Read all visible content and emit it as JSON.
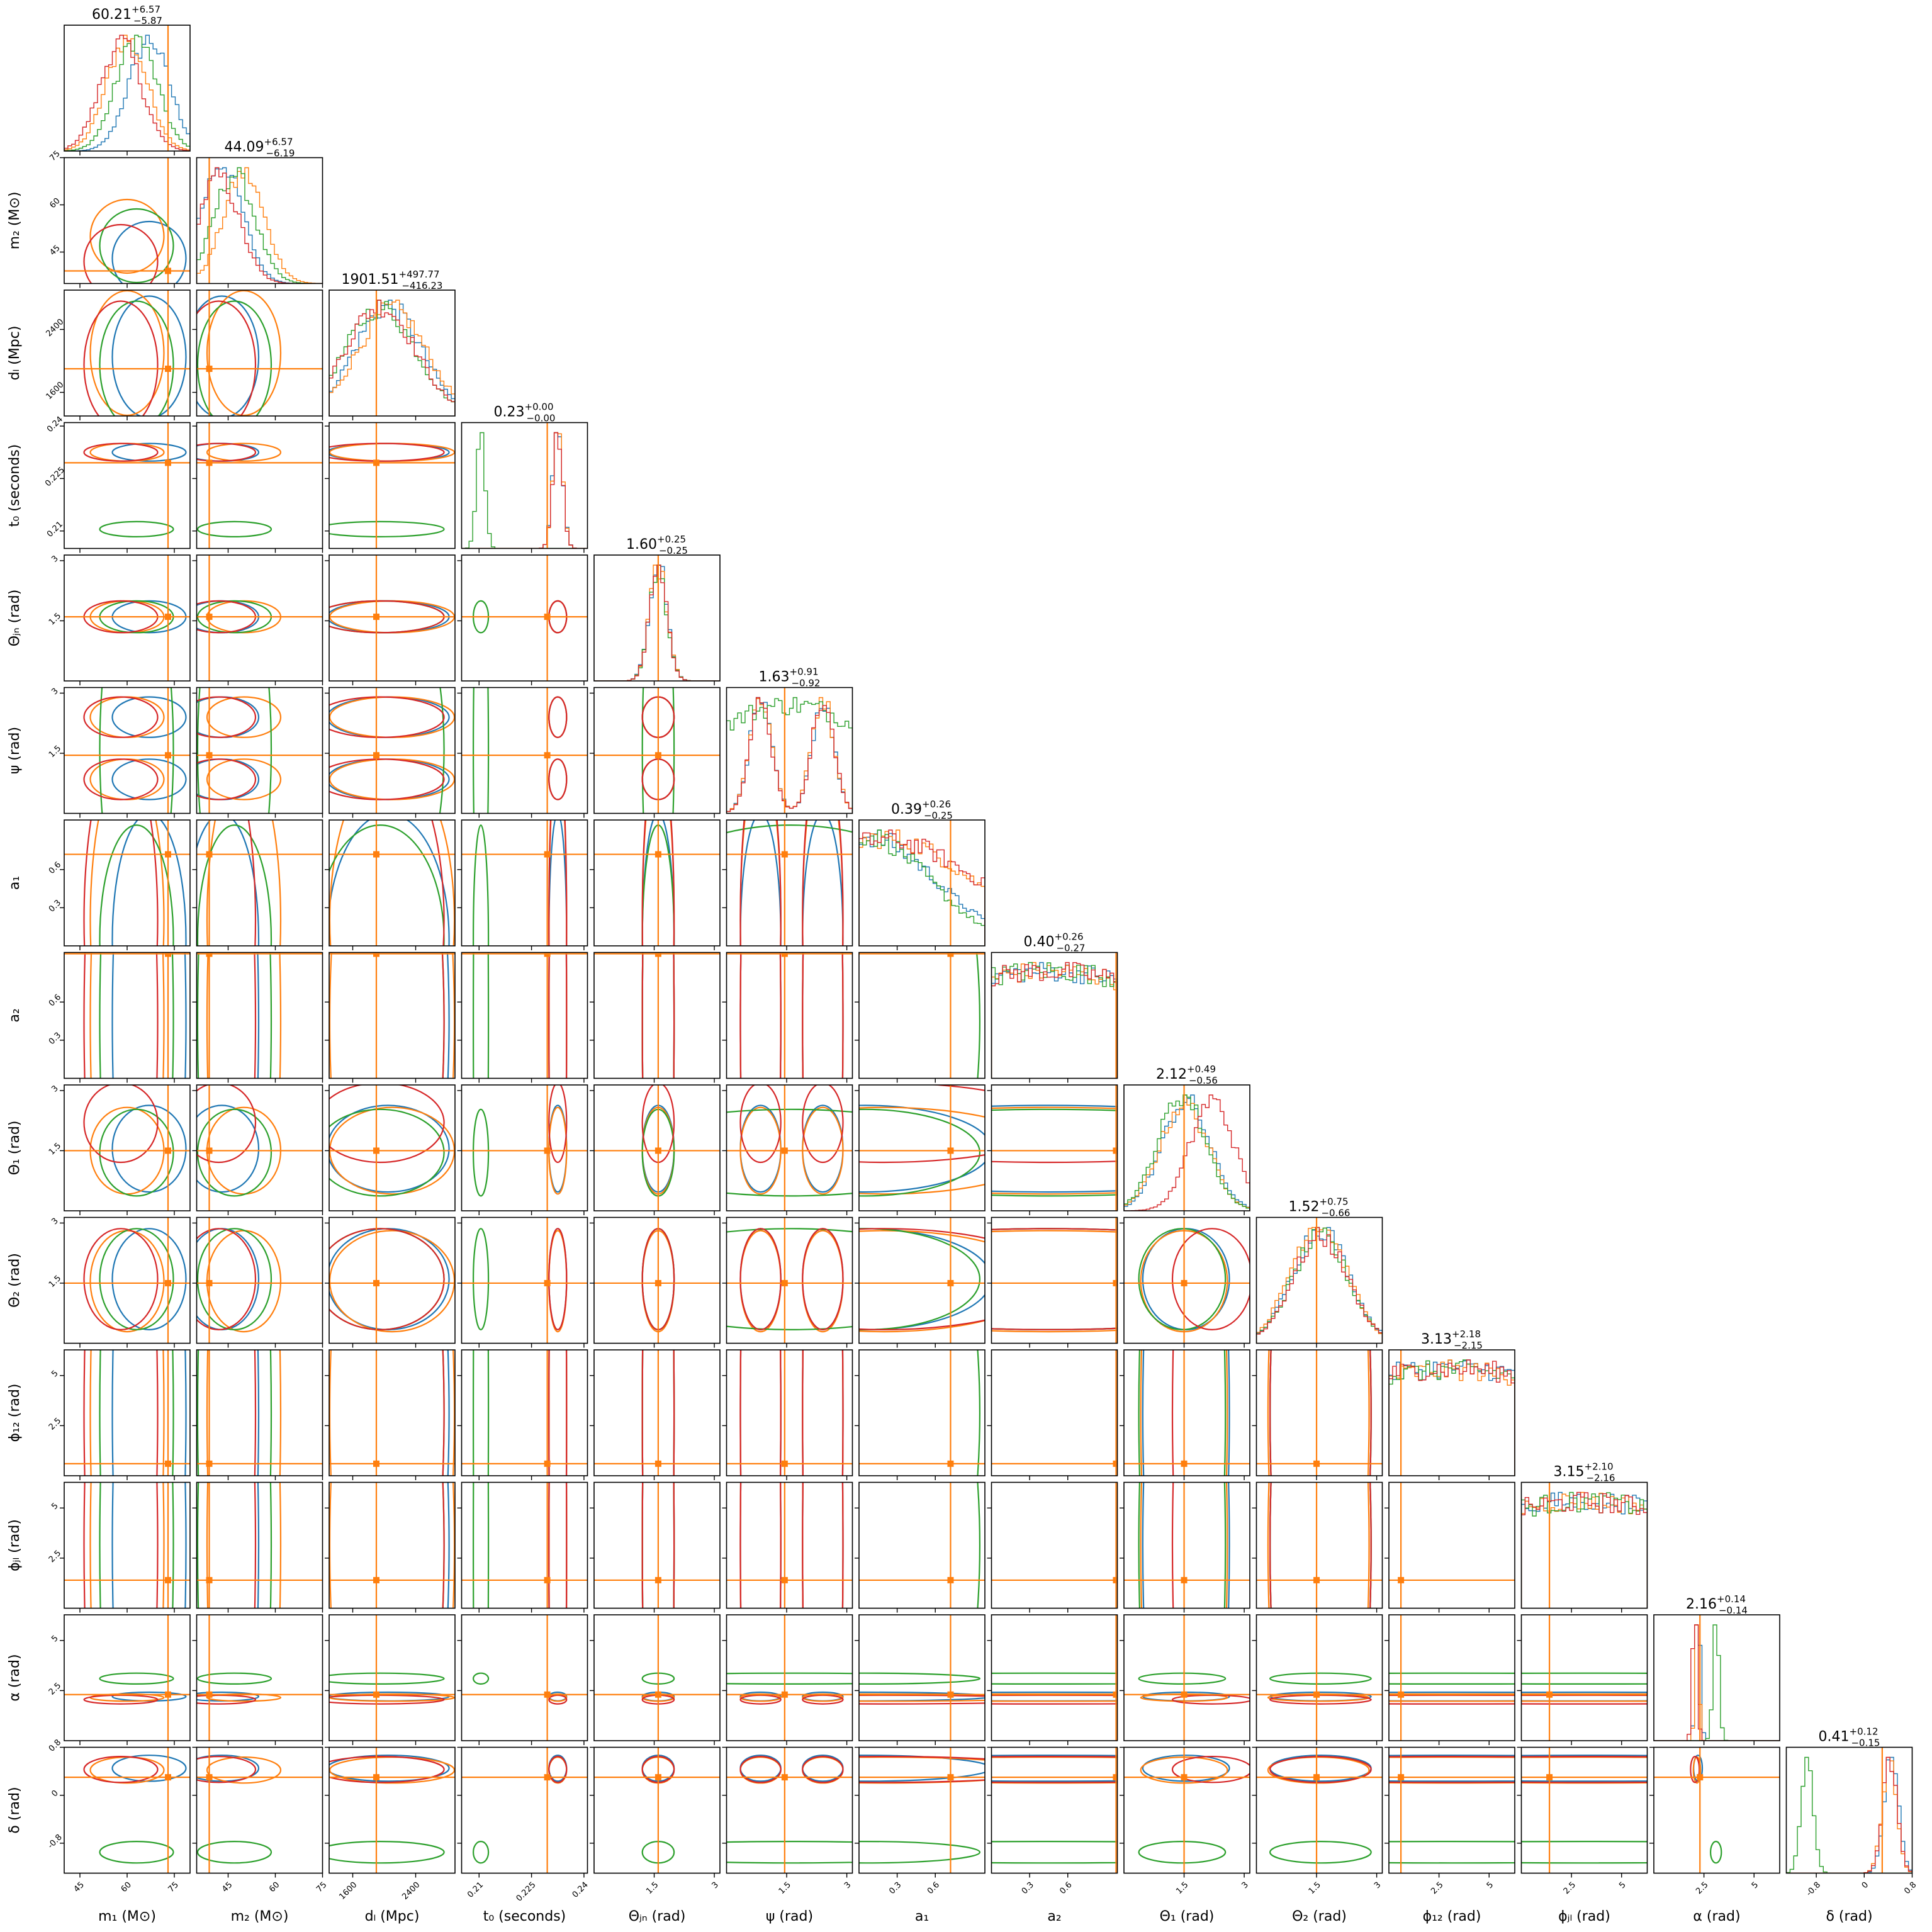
{
  "chart_data": {
    "type": "corner",
    "title": "",
    "series": [
      {
        "name": "",
        "color": "#1f77b4"
      },
      {
        "name": "",
        "color": "#ff7f0e"
      },
      {
        "name": "",
        "color": "#2ca02c"
      },
      {
        "name": "",
        "color": "#d62728"
      }
    ],
    "truth_color": "#ff7f0e",
    "parameters": [
      {
        "key": "m1",
        "label": "m₁ (M⊙)",
        "range": [
          40,
          80
        ],
        "ticks": [
          45,
          60,
          75
        ],
        "truth": 73,
        "title": {
          "median": "60.21",
          "plus": "+6.57",
          "minus": "−5.87"
        },
        "modes": [
          {
            "s": 0,
            "mu": 67,
            "sd": 6.5
          },
          {
            "s": 1,
            "mu": 60,
            "sd": 6.5
          },
          {
            "s": 2,
            "mu": 63,
            "sd": 6.5
          },
          {
            "s": 3,
            "mu": 58,
            "sd": 6.5
          }
        ]
      },
      {
        "key": "m2",
        "label": "m₂ (M⊙)",
        "range": [
          35,
          75
        ],
        "ticks": [
          45,
          60,
          75
        ],
        "truth": 39,
        "title": {
          "median": "44.09",
          "plus": "+6.57",
          "minus": "−6.19"
        },
        "modes": [
          {
            "s": 0,
            "mu": 43,
            "sd": 6.5
          },
          {
            "s": 1,
            "mu": 50,
            "sd": 6.5
          },
          {
            "s": 2,
            "mu": 47,
            "sd": 6.5
          },
          {
            "s": 3,
            "mu": 42,
            "sd": 6.5
          }
        ]
      },
      {
        "key": "dL",
        "label": "dₗ (Mpc)",
        "range": [
          1300,
          2900
        ],
        "ticks": [
          1600,
          2400
        ],
        "truth": 1900,
        "title": {
          "median": "1901.51",
          "plus": "+497.77",
          "minus": "−416.23"
        },
        "modes": [
          {
            "s": 0,
            "mu": 2050,
            "sd": 430
          },
          {
            "s": 1,
            "mu": 2100,
            "sd": 440
          },
          {
            "s": 2,
            "mu": 1950,
            "sd": 450
          },
          {
            "s": 3,
            "mu": 1950,
            "sd": 450
          }
        ]
      },
      {
        "key": "t0",
        "label": "t₀ (seconds)",
        "range": [
          0.205,
          0.241
        ],
        "ticks": [
          0.21,
          0.225,
          0.24
        ],
        "truth": 0.2295,
        "title": {
          "median": "0.23",
          "plus": "+0.00",
          "minus": "−0.00"
        },
        "modes": [
          {
            "s": 0,
            "mu": 0.2325,
            "sd": 0.0014
          },
          {
            "s": 1,
            "mu": 0.2325,
            "sd": 0.0014
          },
          {
            "s": 2,
            "mu": 0.2105,
            "sd": 0.0012
          },
          {
            "s": 3,
            "mu": 0.2325,
            "sd": 0.0014
          }
        ]
      },
      {
        "key": "thetajn",
        "label": "Θⱼₙ (rad)",
        "range": [
          0,
          3.14
        ],
        "ticks": [
          1.5,
          3.0
        ],
        "truth": 1.6,
        "title": {
          "median": "1.60",
          "plus": "+0.25",
          "minus": "−0.25"
        },
        "modes": [
          {
            "s": 0,
            "mu": 1.6,
            "sd": 0.22
          },
          {
            "s": 1,
            "mu": 1.6,
            "sd": 0.22
          },
          {
            "s": 2,
            "mu": 1.6,
            "sd": 0.22
          },
          {
            "s": 3,
            "mu": 1.6,
            "sd": 0.22
          }
        ]
      },
      {
        "key": "psi",
        "label": "ψ (rad)",
        "range": [
          0,
          3.14
        ],
        "ticks": [
          1.5,
          3.0
        ],
        "truth": 1.45,
        "title": {
          "median": "1.63",
          "plus": "+0.91",
          "minus": "−0.92"
        },
        "modes": [
          {
            "s": 0,
            "mu": 0.85,
            "sd": 0.28
          },
          {
            "s": 0,
            "mu": 2.4,
            "sd": 0.28
          },
          {
            "s": 1,
            "mu": 0.85,
            "sd": 0.28
          },
          {
            "s": 1,
            "mu": 2.4,
            "sd": 0.28
          },
          {
            "s": 3,
            "mu": 0.85,
            "sd": 0.28
          },
          {
            "s": 3,
            "mu": 2.4,
            "sd": 0.28
          },
          {
            "s": 2,
            "mu": 1.6,
            "sd": 2.5
          }
        ]
      },
      {
        "key": "a1",
        "label": "a₁",
        "range": [
          0,
          0.99
        ],
        "ticks": [
          0.3,
          0.6
        ],
        "truth": 0.72,
        "title": {
          "median": "0.39",
          "plus": "+0.26",
          "minus": "−0.25"
        },
        "modes": [
          {
            "s": 0,
            "mu": 0.05,
            "sd": 0.55
          },
          {
            "s": 1,
            "mu": 0.2,
            "sd": 0.7
          },
          {
            "s": 2,
            "mu": 0.05,
            "sd": 0.5
          },
          {
            "s": 3,
            "mu": 0.2,
            "sd": 0.75
          }
        ]
      },
      {
        "key": "a2",
        "label": "a₂",
        "range": [
          0,
          0.99
        ],
        "ticks": [
          0.3,
          0.6
        ],
        "truth": 0.98,
        "title": {
          "median": "0.40",
          "plus": "+0.26",
          "minus": "−0.27"
        },
        "modes": [
          {
            "s": 0,
            "mu": 0.45,
            "sd": 1.3
          },
          {
            "s": 1,
            "mu": 0.45,
            "sd": 1.3
          },
          {
            "s": 2,
            "mu": 0.45,
            "sd": 1.3
          },
          {
            "s": 3,
            "mu": 0.45,
            "sd": 1.3
          }
        ]
      },
      {
        "key": "theta1",
        "label": "Θ₁ (rad)",
        "range": [
          0,
          3.14
        ],
        "ticks": [
          1.5,
          3.0
        ],
        "truth": 1.5,
        "title": {
          "median": "2.12",
          "plus": "+0.49",
          "minus": "−0.56"
        },
        "modes": [
          {
            "s": 0,
            "mu": 1.55,
            "sd": 0.6
          },
          {
            "s": 1,
            "mu": 1.5,
            "sd": 0.6
          },
          {
            "s": 2,
            "mu": 1.45,
            "sd": 0.6
          },
          {
            "s": 3,
            "mu": 2.2,
            "sd": 0.55
          }
        ]
      },
      {
        "key": "theta2",
        "label": "Θ₂ (rad)",
        "range": [
          0,
          3.14
        ],
        "ticks": [
          1.5,
          3.0
        ],
        "truth": 1.5,
        "title": {
          "median": "1.52",
          "plus": "+0.75",
          "minus": "−0.66"
        },
        "modes": [
          {
            "s": 0,
            "mu": 1.6,
            "sd": 0.7
          },
          {
            "s": 1,
            "mu": 1.55,
            "sd": 0.7
          },
          {
            "s": 2,
            "mu": 1.6,
            "sd": 0.7
          },
          {
            "s": 3,
            "mu": 1.6,
            "sd": 0.7
          }
        ]
      },
      {
        "key": "phi12",
        "label": "ϕ₁₂ (rad)",
        "range": [
          0,
          6.28
        ],
        "ticks": [
          2.5,
          5.0
        ],
        "truth": 0.6,
        "title": {
          "median": "3.13",
          "plus": "+2.18",
          "minus": "−2.15"
        },
        "modes": [
          {
            "s": 0,
            "mu": 3.14,
            "sd": 9
          },
          {
            "s": 1,
            "mu": 3.14,
            "sd": 9
          },
          {
            "s": 2,
            "mu": 3.14,
            "sd": 9
          },
          {
            "s": 3,
            "mu": 3.14,
            "sd": 9
          }
        ]
      },
      {
        "key": "phijl",
        "label": "ϕⱼₗ (rad)",
        "range": [
          0,
          6.28
        ],
        "ticks": [
          2.5,
          5.0
        ],
        "truth": 1.4,
        "title": {
          "median": "3.15",
          "plus": "+2.10",
          "minus": "−2.16"
        },
        "modes": [
          {
            "s": 0,
            "mu": 3.14,
            "sd": 9
          },
          {
            "s": 1,
            "mu": 3.14,
            "sd": 9
          },
          {
            "s": 2,
            "mu": 3.14,
            "sd": 9
          },
          {
            "s": 3,
            "mu": 3.14,
            "sd": 9
          }
        ]
      },
      {
        "key": "alpha",
        "label": "α (rad)",
        "range": [
          0,
          6.28
        ],
        "ticks": [
          2.5,
          5.0
        ],
        "truth": 2.3,
        "title": {
          "median": "2.16",
          "plus": "+0.14",
          "minus": "−0.14"
        },
        "modes": [
          {
            "s": 0,
            "mu": 2.2,
            "sd": 0.12
          },
          {
            "s": 1,
            "mu": 2.15,
            "sd": 0.1
          },
          {
            "s": 2,
            "mu": 3.1,
            "sd": 0.15
          },
          {
            "s": 3,
            "mu": 2.05,
            "sd": 0.12
          }
        ]
      },
      {
        "key": "delta",
        "label": "δ (rad)",
        "range": [
          -1.3,
          0.8
        ],
        "ticks": [
          -0.8,
          0.0,
          0.8
        ],
        "truth": 0.3,
        "title": {
          "median": "0.41",
          "plus": "+0.12",
          "minus": "−0.15"
        },
        "modes": [
          {
            "s": 0,
            "mu": 0.45,
            "sd": 0.12
          },
          {
            "s": 1,
            "mu": 0.42,
            "sd": 0.12
          },
          {
            "s": 2,
            "mu": -0.95,
            "sd": 0.1
          },
          {
            "s": 3,
            "mu": 0.43,
            "sd": 0.12
          }
        ]
      }
    ]
  }
}
